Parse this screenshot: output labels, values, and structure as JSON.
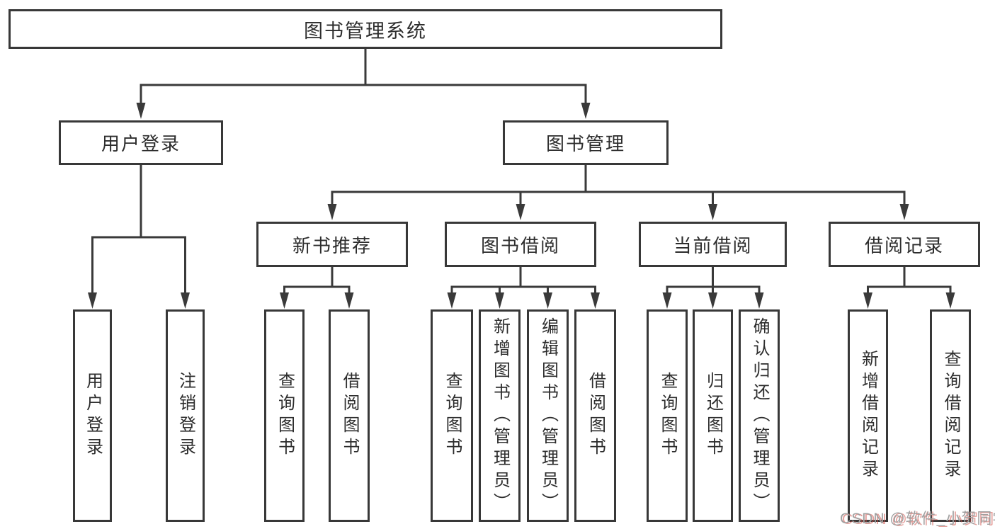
{
  "diagram": {
    "root": "图书管理系统",
    "level1": [
      "用户登录",
      "图书管理"
    ],
    "level2": [
      "新书推荐",
      "图书借阅",
      "当前借阅",
      "借阅记录"
    ],
    "leaves": [
      "用户登录",
      "注销登录",
      "查询图书",
      "借阅图书",
      "查询图书",
      "新增图书（管理员）",
      "编辑图书（管理员）",
      "借阅图书",
      "查询图书",
      "归还图书",
      "确认归还（管理员）",
      "新增借阅记录",
      "查询借阅记录"
    ]
  },
  "colors": {
    "line": "#3a3a3a",
    "box_border": "#383838",
    "text": "#2d2d2d",
    "watermark_gray": "#a0a0a0",
    "watermark_red": "#cf5148"
  },
  "watermark": "CSDN @软件_小贺同学"
}
